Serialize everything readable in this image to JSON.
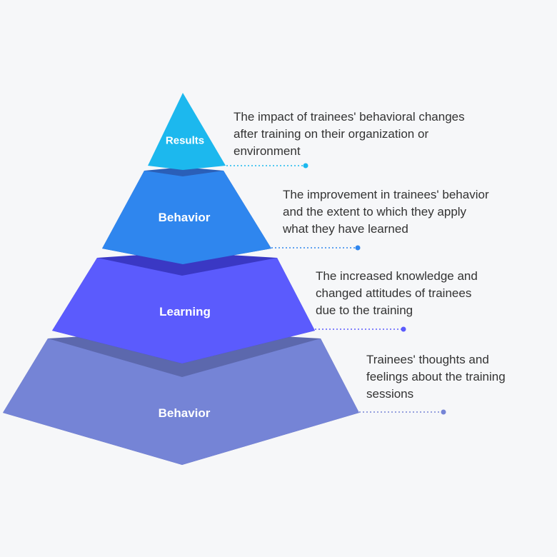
{
  "levels": [
    {
      "label": "Results",
      "description": [
        "The impact of trainees' behavioral changes",
        "after training on their organization or",
        "environment"
      ],
      "color": "#1cb8ee",
      "shade": "#1a8fc6",
      "dot": "#1cb8ee"
    },
    {
      "label": "Behavior",
      "description": [
        "The improvement in trainees' behavior",
        "and the extent to which they apply",
        "what they have learned"
      ],
      "color": "#2f86ee",
      "shade": "#2a5fb8",
      "dot": "#2f86ee"
    },
    {
      "label": "Learning",
      "description": [
        "The increased knowledge and",
        "changed attitudes of trainees",
        "due to the training"
      ],
      "color": "#5b5bfd",
      "shade": "#3a38c4",
      "dot": "#5b5bfd"
    },
    {
      "label": "Behavior",
      "description": [
        "Trainees' thoughts and",
        "feelings about the training",
        "sessions"
      ],
      "color": "#7584d6",
      "shade": "#5c68ad",
      "dot": "#7584d6"
    }
  ]
}
